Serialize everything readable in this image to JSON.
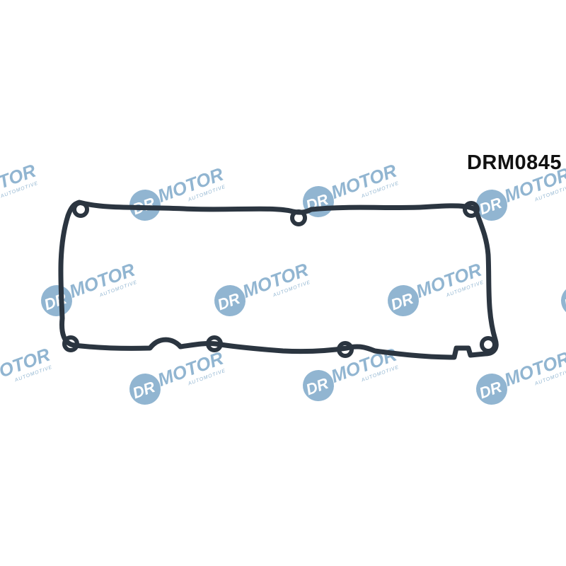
{
  "product": {
    "part_number": "DRM0845"
  },
  "watermark": {
    "brand_circle_text": "DR",
    "brand_text": "MOTOR",
    "sub_text": "AUTOMOTIVE",
    "color": "#7ea9c9"
  },
  "gasket": {
    "color": "#2b3540"
  }
}
